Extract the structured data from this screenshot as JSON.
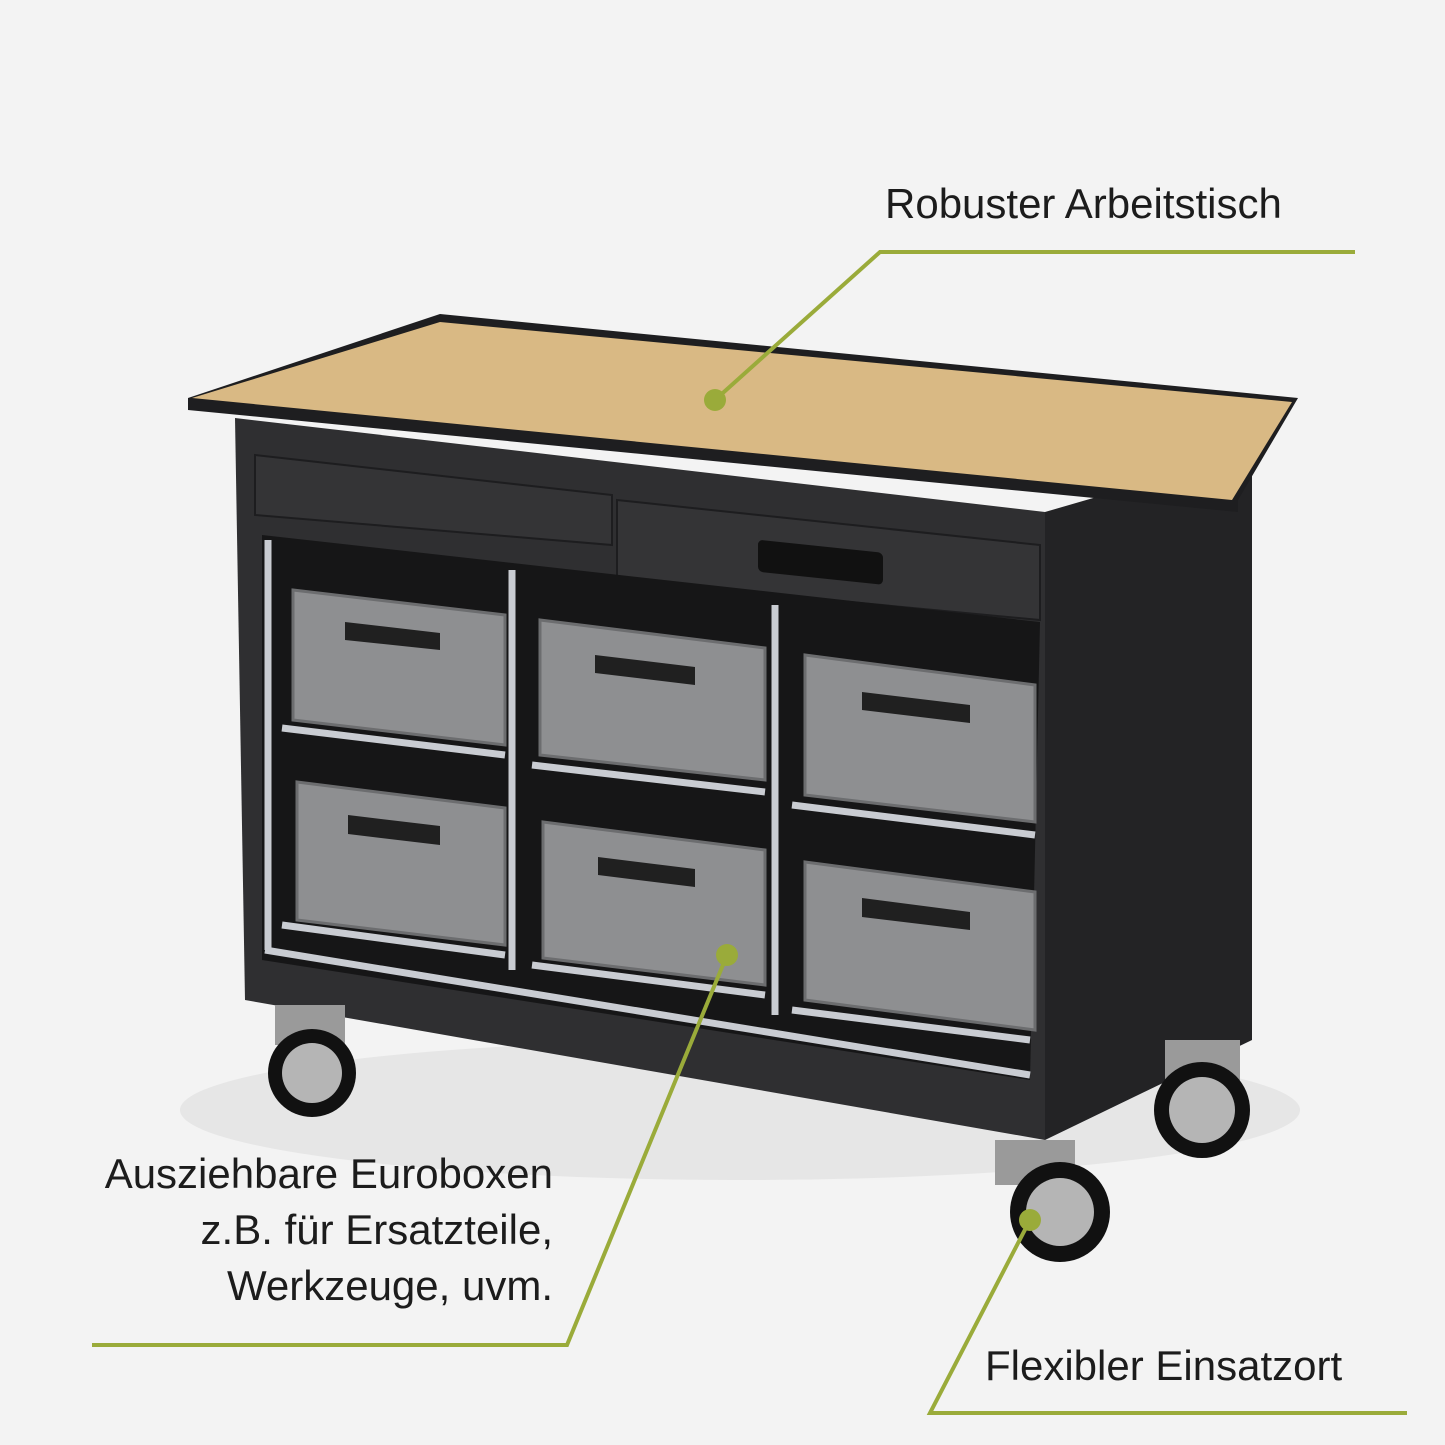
{
  "annotations": {
    "worktable": "Robuster Arbeitstisch",
    "boxes_line1": "Ausziehbare Euroboxen",
    "boxes_line2": "z.B. für Ersatzteile,",
    "boxes_line3": "Werkzeuge, uvm.",
    "mobility": "Flexibler Einsatzort"
  },
  "colors": {
    "accent": "#9aab3a",
    "background": "#f3f3f3",
    "cabinet": "#2b2b2d",
    "tabletop": "#d9b984",
    "box": "#8e8f91"
  }
}
